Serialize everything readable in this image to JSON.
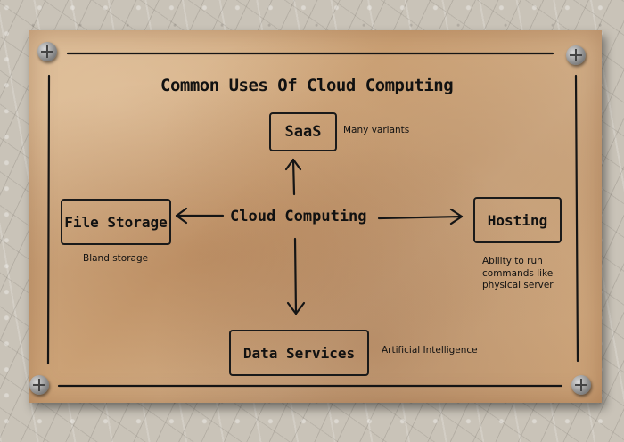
{
  "diagram": {
    "title": "Common Uses Of Cloud Computing",
    "center": "Cloud Computing",
    "nodes": {
      "saas": {
        "label": "SaaS",
        "note": "Many variants"
      },
      "file_storage": {
        "label": "File Storage",
        "note": "Bland storage"
      },
      "hosting": {
        "label": "Hosting",
        "note_lines": [
          "Ability to run",
          "commands like",
          "physical server"
        ]
      },
      "data_services": {
        "label": "Data Services",
        "note": "Artificial Intelligence"
      }
    }
  },
  "colors": {
    "board": "#d4b28c",
    "ink": "#111111",
    "wall": "#c9c3b8"
  }
}
